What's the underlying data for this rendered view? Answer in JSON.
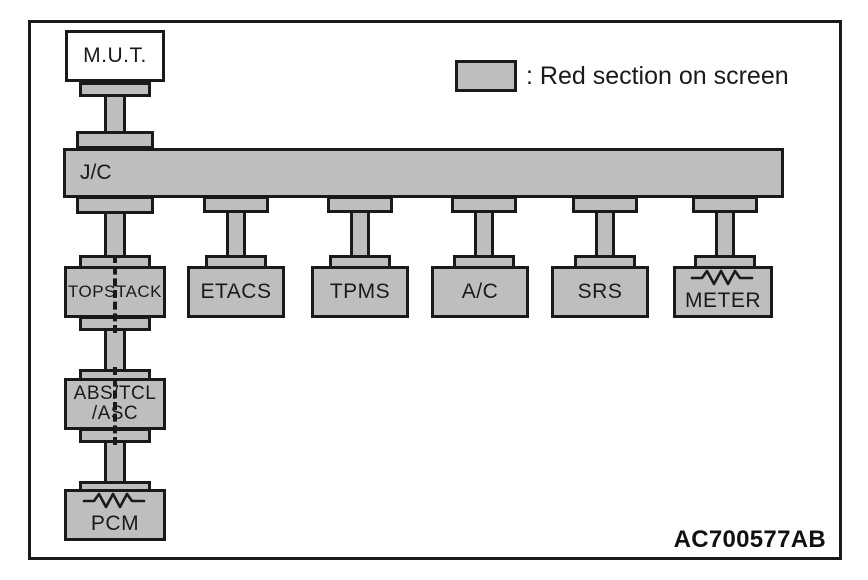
{
  "diagram": {
    "title": "CAN bus network configuration diagram",
    "reference_code": "AC700577AB",
    "colors": {
      "node_fill": "#bebebe",
      "node_stroke": "#1a1a1a",
      "white_fill": "#ffffff",
      "background": "#ffffff"
    }
  },
  "legend": {
    "swatch_label": "",
    "text": ": Red section on screen"
  },
  "nodes": {
    "mut": {
      "label": "M.U.T.",
      "fill": "white"
    },
    "jc": {
      "label": "J/C",
      "fill": "gray"
    },
    "topstack": {
      "label": "TOPSTACK",
      "fill": "gray"
    },
    "etacs": {
      "label": "ETACS",
      "fill": "gray"
    },
    "tpms": {
      "label": "TPMS",
      "fill": "gray"
    },
    "ac": {
      "label": "A/C",
      "fill": "gray"
    },
    "srs": {
      "label": "SRS",
      "fill": "gray"
    },
    "meter": {
      "label": "METER",
      "fill": "gray",
      "icon": "resistor-icon"
    },
    "abs_tcl": {
      "line1": "ABS/TCL",
      "line2": "/ASC",
      "fill": "gray"
    },
    "pcm": {
      "label": "PCM",
      "fill": "gray",
      "icon": "resistor-icon"
    }
  }
}
